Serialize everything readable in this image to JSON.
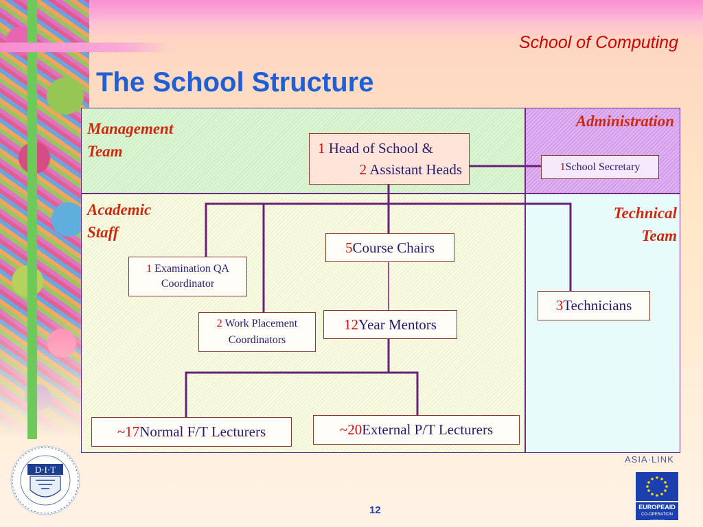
{
  "header": {
    "school_label": "School of Computing",
    "title": "The School Structure"
  },
  "regions": {
    "management_team": "Management Team",
    "administration": "Administration",
    "academic_staff": "Academic Staff",
    "technical_team": "Technical Team"
  },
  "nodes": {
    "head_of_school": {
      "num1": "1",
      "text1": " Head of School &",
      "num2": "2",
      "text2": " Assistant Heads"
    },
    "school_secretary": {
      "num": "1",
      "text": " School Secretary"
    },
    "course_chairs": {
      "num": "5",
      "text": " Course Chairs"
    },
    "examination_qa": {
      "num": "1",
      "text1": " Examination QA",
      "text2": "Coordinator"
    },
    "year_mentors": {
      "num": "12",
      "text": " Year Mentors"
    },
    "work_placement": {
      "num": "2",
      "text1": " Work Placement",
      "text2": "Coordinators"
    },
    "technicians": {
      "num": "3",
      "text": " Technicians"
    },
    "normal_lecturers": {
      "num": "~17",
      "text": " Normal F/T Lecturers"
    },
    "external_lecturers": {
      "num": "~20",
      "text": " External P/T Lecturers"
    }
  },
  "logos": {
    "dit_text": "D·I·T",
    "asia_link_text": "ASIA·LINK",
    "europeaid_text": "EUROPEAID",
    "europeaid_subtext": "CO-OPERATION OFFICE"
  },
  "footer": {
    "slide_number": "12"
  },
  "colors": {
    "title_blue": "#1f5fd6",
    "label_red": "#cc2a10",
    "line_purple": "#6b1f7a",
    "admin_purple": "#d29ae9",
    "mgmt_green": "#cfeec4"
  }
}
